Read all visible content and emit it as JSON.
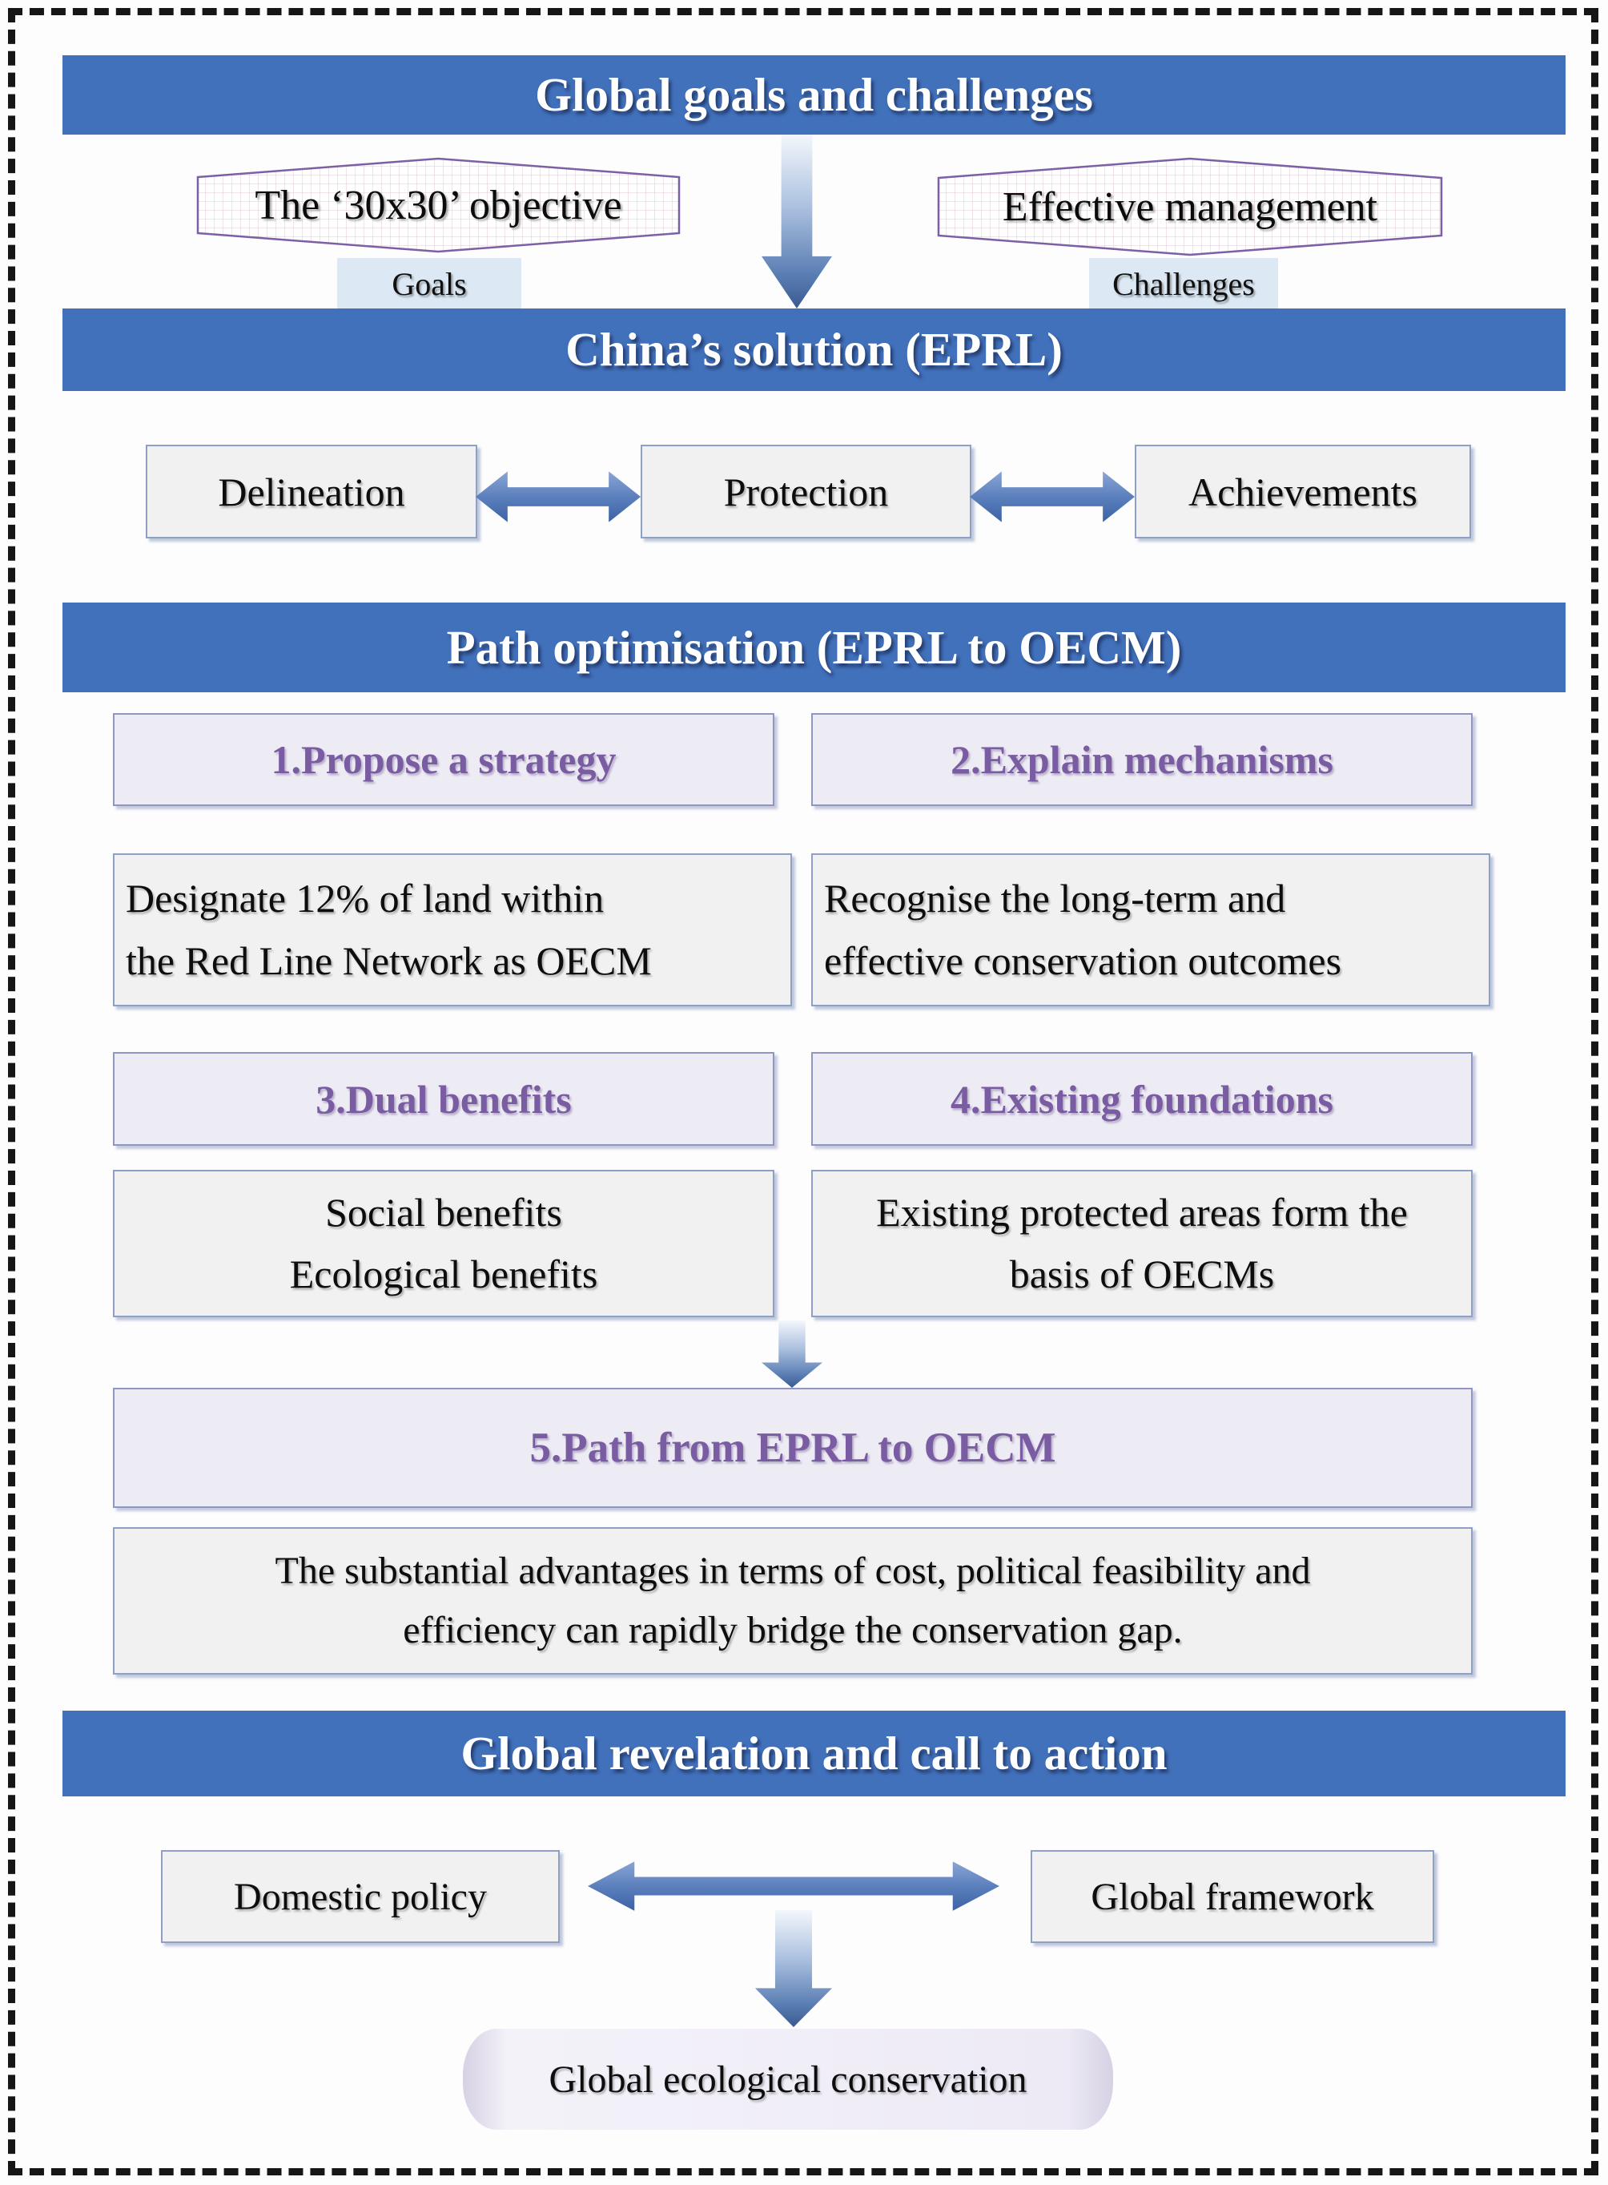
{
  "palette": {
    "bar_blue": "#4271bc",
    "heading_purple": "#7a5ca2",
    "hexagon_border_purple": "#7c5fa5",
    "tag_blue_bg": "#dce9f5",
    "box_gray_bg": "#f2f1f2",
    "box_lavender_bg": "#edebf4",
    "arrow_dark_blue": "#3b62a5"
  },
  "sections": {
    "global_goals": {
      "title": "Global goals and challenges",
      "objective_hexagon": "The ‘30x30’ objective",
      "goals_tag": "Goals",
      "management_hexagon": "Effective management",
      "challenges_tag": "Challenges"
    },
    "china_solution": {
      "title": "China’s solution (EPRL)",
      "boxes": [
        "Delineation",
        "Protection",
        "Achievements"
      ]
    },
    "path_optimisation": {
      "title": "Path optimisation (EPRL to OECM)",
      "items": [
        {
          "heading": "1.Propose a strategy",
          "body": "Designate 12% of land within\nthe Red Line Network as OECM"
        },
        {
          "heading": "2.Explain mechanisms",
          "body": "Recognise the long-term and\neffective conservation outcomes"
        },
        {
          "heading": "3.Dual benefits",
          "body": "Social benefits\nEcological benefits"
        },
        {
          "heading": "4.Existing foundations",
          "body": "Existing protected areas form the\nbasis of OECMs"
        }
      ],
      "path_heading": "5.Path from EPRL to OECM",
      "path_body": "The substantial advantages in terms of cost, political feasibility and\nefficiency can rapidly bridge the conservation gap."
    },
    "global_revelation": {
      "title": "Global revelation and call to action",
      "domestic_box": "Domestic policy",
      "framework_box": "Global framework",
      "outcome": "Global ecological conservation"
    }
  }
}
